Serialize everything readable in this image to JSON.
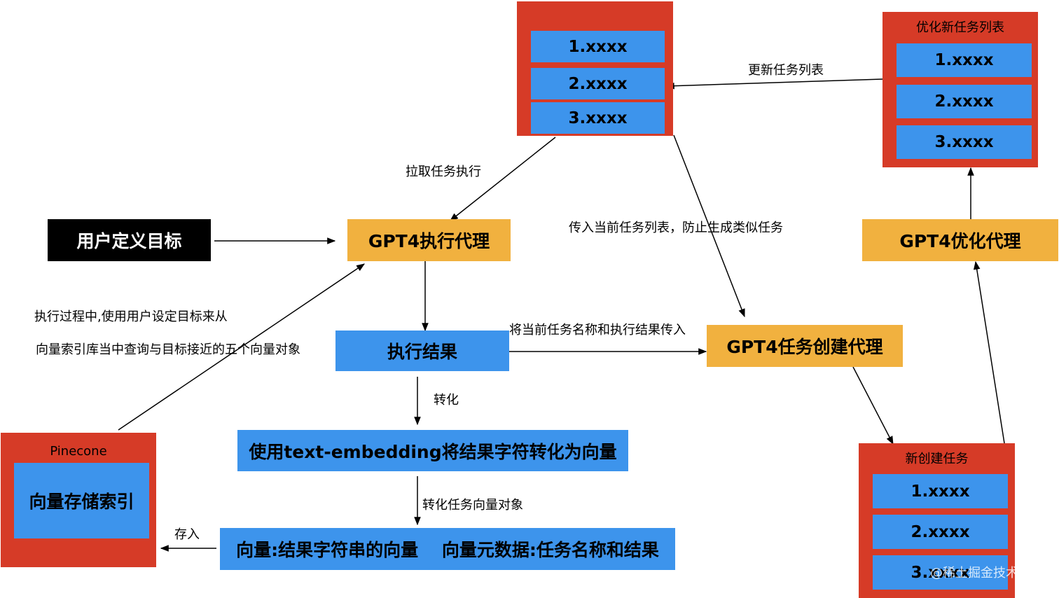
{
  "colors": {
    "red_container": "#d63b27",
    "blue_box": "#3d94ec",
    "orange_agent": "#f1b13f",
    "black_box": "#000000"
  },
  "task_list": {
    "items": [
      "1.xxxx",
      "2.xxxx",
      "3.xxxx"
    ]
  },
  "optimized_list": {
    "title": "优化新任务列表",
    "items": [
      "1.xxxx",
      "2.xxxx",
      "3.xxxx"
    ]
  },
  "new_tasks": {
    "title": "新创建任务",
    "items": [
      "1.xxxx",
      "2.xxxx",
      "3.xxxx"
    ]
  },
  "pinecone": {
    "title": "Pinecone",
    "label": "向量存储索引"
  },
  "user_goal": "用户定义目标",
  "exec_agent": "GPT4执行代理",
  "opt_agent": "GPT4优化代理",
  "create_agent": "GPT4任务创建代理",
  "exec_result": "执行结果",
  "embedding": "使用text-embedding将结果字符转化为向量",
  "vector_obj": "向量:结果字符串的向量　 向量元数据:任务名称和结果",
  "edge_labels": {
    "update_list": "更新任务列表",
    "pull_task": "拉取任务执行",
    "pass_list": "传入当前任务列表，防止生成类似任务",
    "pass_result": "将当前任务名称和执行结果传入",
    "convert": "转化",
    "convert_vec": "转化任务向量对象",
    "store": "存入",
    "query_line1": "执行过程中,使用用户设定目标来从",
    "query_line2": "向量索引库当中查询与目标接近的五个向量对象"
  },
  "watermark": "@稀土掘金技术社区"
}
